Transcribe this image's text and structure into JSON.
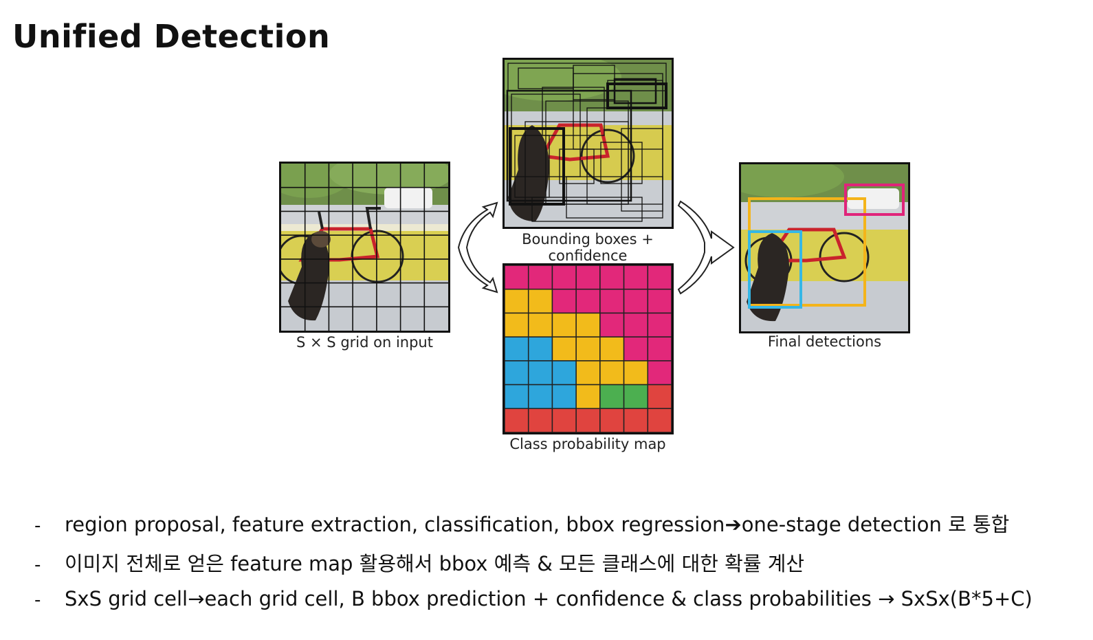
{
  "slide": {
    "title": "Unified Detection"
  },
  "figure": {
    "input_caption": "S × S grid on input",
    "bbox_caption": "Bounding boxes + confidence",
    "class_caption": "Class probability map",
    "final_caption": "Final detections",
    "colors": {
      "pink": "#e2287a",
      "yellow": "#f2bb1b",
      "blue": "#2ea6dc",
      "green": "#4caf50",
      "red": "#e0443f",
      "gold_box": "#f4b41a",
      "cyan_box": "#35b7e6",
      "magenta_box": "#e0247a"
    },
    "class_grid": [
      [
        "pink",
        "pink",
        "pink",
        "pink",
        "pink",
        "pink",
        "pink"
      ],
      [
        "yellow",
        "yellow",
        "pink",
        "pink",
        "pink",
        "pink",
        "pink"
      ],
      [
        "yellow",
        "yellow",
        "yellow",
        "yellow",
        "pink",
        "pink",
        "pink"
      ],
      [
        "blue",
        "blue",
        "yellow",
        "yellow",
        "yellow",
        "pink",
        "pink"
      ],
      [
        "blue",
        "blue",
        "blue",
        "yellow",
        "yellow",
        "yellow",
        "pink"
      ],
      [
        "blue",
        "blue",
        "blue",
        "yellow",
        "green",
        "green",
        "red"
      ],
      [
        "red",
        "red",
        "red",
        "red",
        "red",
        "red",
        "red"
      ]
    ]
  },
  "bullets": [
    {
      "before": "region proposal, feature extraction, classification, bbox regression ",
      "arrow": "➔",
      "after": " one-stage detection 로 통합"
    },
    {
      "before": "이미지 전체로 얻은 feature map 활용해서 bbox 예측 & 모든 클래스에 대한 확률 계산",
      "arrow": "",
      "after": ""
    },
    {
      "before": "SxS grid cell ",
      "arrow": "→",
      "after": " each grid cell, B bbox prediction + confidence & class probabilities → SxSx(B*5+C)"
    }
  ]
}
